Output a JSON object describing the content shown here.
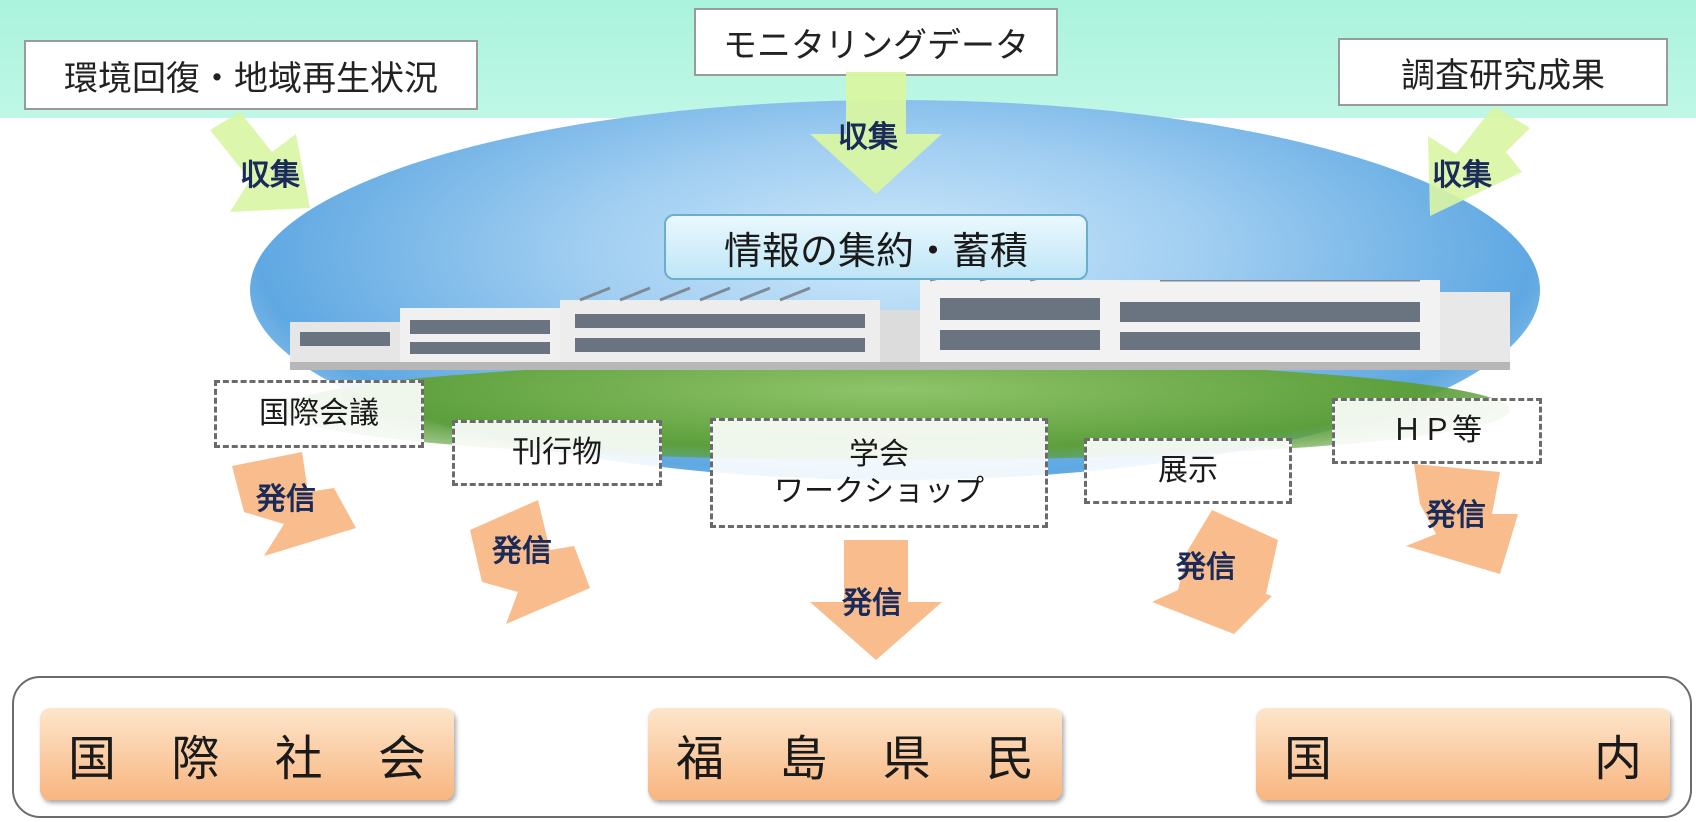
{
  "sources": {
    "left": "環境回復・地域再生状況",
    "center": "モニタリングデータ",
    "right": "調査研究成果"
  },
  "collect_label": "収集",
  "hub": "情報の集約・蓄積",
  "channels": {
    "international_conference": "国際会議",
    "publications": "刊行物",
    "academic_line1": "学会",
    "academic_line2": "ワークショップ",
    "exhibition": "展示",
    "website": "ＨＰ等"
  },
  "send_label": "発信",
  "audiences": {
    "international": [
      "国",
      "際",
      "社",
      "会"
    ],
    "fukushima": [
      "福",
      "島",
      "県",
      "民"
    ],
    "domestic": [
      "国",
      "内"
    ]
  },
  "colors": {
    "top_band": "#aaf3dc",
    "collect_arrow": "#d8f5a2",
    "send_arrow": "#f8b57f",
    "hub_fill": "#bfe6f7",
    "audience_fill": "#f8b57f"
  }
}
